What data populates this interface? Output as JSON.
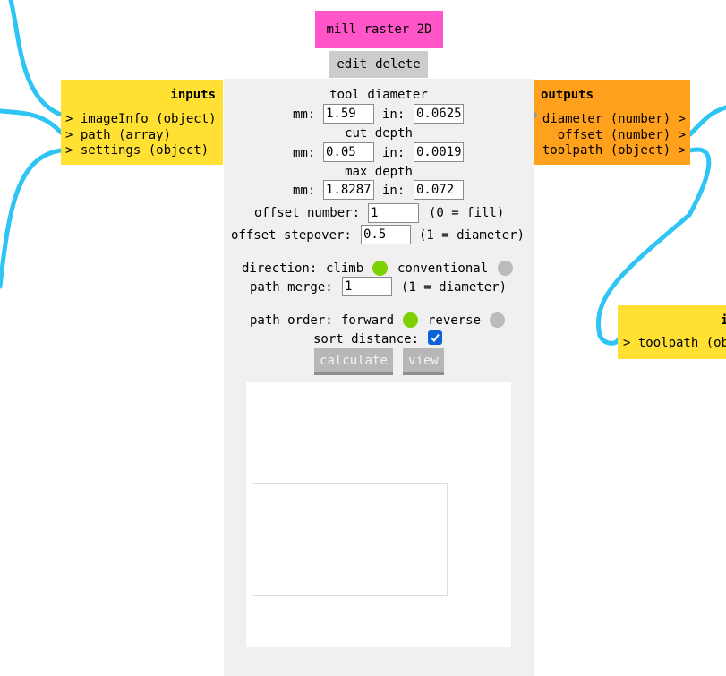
{
  "module": {
    "title": "mill raster 2D",
    "edit_label": "edit",
    "delete_label": "delete"
  },
  "inputs": {
    "header": "inputs",
    "items": [
      "> imageInfo (object)",
      "> path (array)",
      "> settings (object)"
    ]
  },
  "outputs": {
    "header": "outputs",
    "items": [
      "diameter (number) >",
      "offset (number) >",
      "toolpath (object) >"
    ]
  },
  "next_module": {
    "header": "i",
    "item": "> toolpath (ob"
  },
  "settings": {
    "tool_diameter": {
      "label": "tool diameter",
      "mm_label": "mm:",
      "mm": "1.59",
      "in_label": "in:",
      "in": "0.0625"
    },
    "cut_depth": {
      "label": "cut depth",
      "mm_label": "mm:",
      "mm": "0.05",
      "in_label": "in:",
      "in": "0.0019"
    },
    "max_depth": {
      "label": "max depth",
      "mm_label": "mm:",
      "mm": "1.8287",
      "in_label": "in:",
      "in": "0.072"
    },
    "offset_number": {
      "label": "offset number:",
      "value": "1",
      "hint": "(0 = fill)"
    },
    "offset_stepover": {
      "label": "offset stepover:",
      "value": "0.5",
      "hint": "(1 = diameter)"
    },
    "direction": {
      "label": "direction:",
      "option_a": "climb",
      "option_b": "conventional",
      "selected": "climb"
    },
    "path_merge": {
      "label": "path merge:",
      "value": "1",
      "hint": "(1 = diameter)"
    },
    "path_order": {
      "label": "path order:",
      "option_a": "forward",
      "option_b": "reverse",
      "selected": "forward"
    },
    "sort_distance": {
      "label": "sort distance:",
      "checked": true
    },
    "calculate_label": "calculate",
    "view_label": "view"
  },
  "colors": {
    "module_title": "#ff55c8",
    "inputs_box": "#ffe033",
    "outputs_box": "#ffa11d",
    "wire": "#2ec5f5",
    "radio_on": "#7ed100",
    "checkbox": "#0b61d6"
  }
}
